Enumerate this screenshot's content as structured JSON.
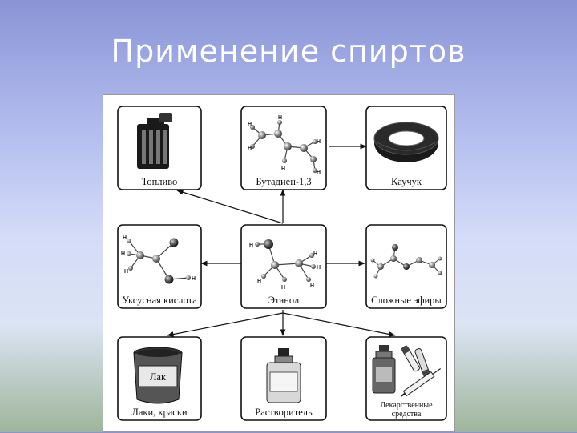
{
  "slide": {
    "title": "Применение спиртов"
  },
  "diagram": {
    "boxes": [
      {
        "id": "fuel",
        "label": "Топливо",
        "icon": "fuel-canister-icon"
      },
      {
        "id": "butadiene",
        "label": "Бутадиен-1,3",
        "icon": "butadiene-molecule-icon"
      },
      {
        "id": "rubber",
        "label": "Каучук",
        "icon": "tire-icon"
      },
      {
        "id": "acetic",
        "label": "Уксусная кислота",
        "icon": "acetic-acid-molecule-icon"
      },
      {
        "id": "ethanol",
        "label": "Этанол",
        "icon": "ethanol-molecule-icon"
      },
      {
        "id": "esters",
        "label": "Сложные эфиры",
        "icon": "ester-molecule-icon"
      },
      {
        "id": "paints",
        "label": "Лаки, краски",
        "icon": "paint-bucket-icon",
        "can_label": "Лак"
      },
      {
        "id": "solvent",
        "label": "Растворитель",
        "icon": "solvent-bottle-icon"
      },
      {
        "id": "medicine",
        "label_line1": "Лекарственные",
        "label_line2": "средства",
        "icon": "medicine-icon"
      }
    ],
    "atom_label": "H"
  }
}
